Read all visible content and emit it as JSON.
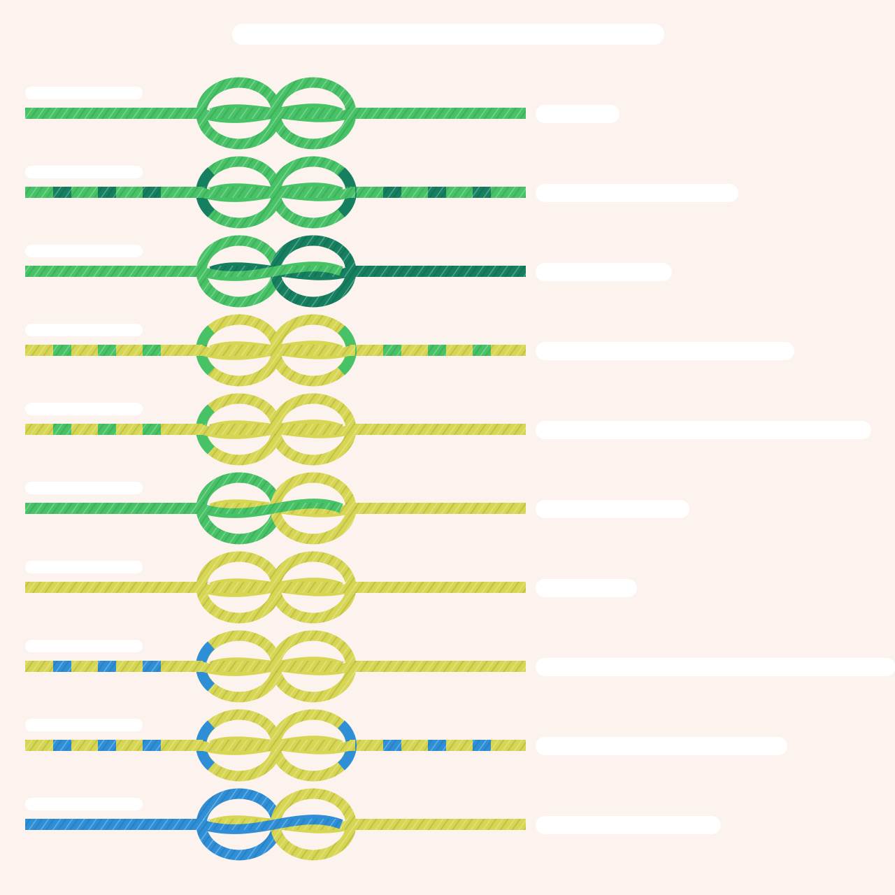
{
  "title": "",
  "colors": {
    "background": "#fdf3ee",
    "label_mask": "#ffffff",
    "green": "#47c266",
    "dark_green": "#157f5f",
    "yellow": "#d6d653",
    "blue": "#2f8fd6"
  },
  "rows": [
    {
      "pattern": "solid",
      "left": "green",
      "right": "green",
      "alt": "green"
    },
    {
      "pattern": "striped",
      "left": "green",
      "right": "green",
      "alt": "dark_green"
    },
    {
      "pattern": "half",
      "left": "green",
      "right": "dark_green",
      "alt": "dark_green"
    },
    {
      "pattern": "striped",
      "left": "yellow",
      "right": "yellow",
      "alt": "green"
    },
    {
      "pattern": "left-striped",
      "left": "yellow",
      "right": "yellow",
      "alt": "green"
    },
    {
      "pattern": "half",
      "left": "green",
      "right": "yellow",
      "alt": "yellow"
    },
    {
      "pattern": "solid",
      "left": "yellow",
      "right": "yellow",
      "alt": "yellow"
    },
    {
      "pattern": "left-striped",
      "left": "yellow",
      "right": "yellow",
      "alt": "blue"
    },
    {
      "pattern": "striped",
      "left": "yellow",
      "right": "yellow",
      "alt": "blue"
    },
    {
      "pattern": "half",
      "left": "blue",
      "right": "yellow",
      "alt": "yellow"
    }
  ]
}
